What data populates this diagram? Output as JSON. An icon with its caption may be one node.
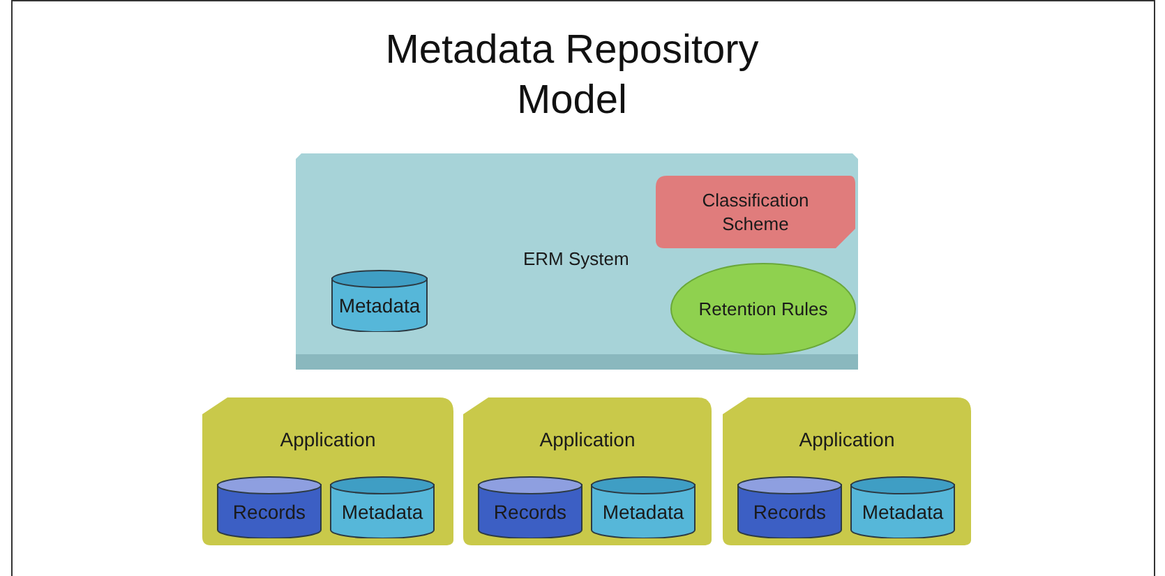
{
  "diagram": {
    "title": "Metadata Repository Model",
    "nodes": [
      {
        "text": [
          "ERM System"
        ]
      },
      {
        "text": [
          "Classification Scheme"
        ],
        "in": 0
      },
      {
        "text": [
          "Retention Rules"
        ],
        "in": 0
      },
      {
        "text": [
          "Metadata"
        ],
        "in": 0
      },
      {
        "text": [
          "Application"
        ]
      },
      {
        "text": [
          "Records"
        ],
        "in": 4
      },
      {
        "text": [
          "Metadata"
        ],
        "in": 4
      },
      {
        "text": [
          "Application"
        ]
      },
      {
        "text": [
          "Records"
        ],
        "in": 7
      },
      {
        "text": [
          "Metadata"
        ],
        "in": 7
      },
      {
        "text": [
          "Application"
        ]
      },
      {
        "text": [
          "Records"
        ],
        "in": 10
      },
      {
        "text": [
          "Metadata"
        ],
        "in": 10
      }
    ],
    "edges": []
  }
}
